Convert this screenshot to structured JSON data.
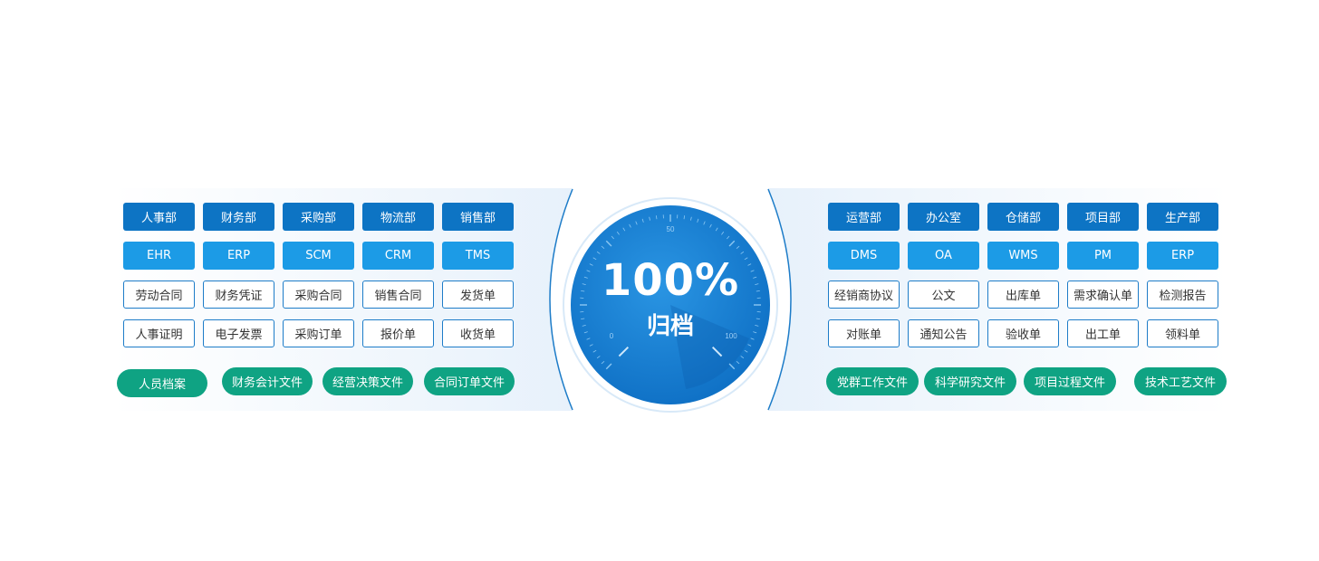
{
  "center": {
    "percent": "100%",
    "label": "归档"
  },
  "left": {
    "departments": [
      "人事部",
      "财务部",
      "采购部",
      "物流部",
      "销售部"
    ],
    "systems": [
      "EHR",
      "ERP",
      "SCM",
      "CRM",
      "TMS"
    ],
    "documents_row1": [
      "劳动合同",
      "财务凭证",
      "采购合同",
      "销售合同",
      "发货单"
    ],
    "documents_row2": [
      "人事证明",
      "电子发票",
      "采购订单",
      "报价单",
      "收货单"
    ],
    "archives": [
      "人员档案",
      "财务会计文件",
      "经营决策文件",
      "合同订单文件"
    ]
  },
  "right": {
    "departments": [
      "运营部",
      "办公室",
      "仓储部",
      "项目部",
      "生产部"
    ],
    "systems": [
      "DMS",
      "OA",
      "WMS",
      "PM",
      "ERP"
    ],
    "documents_row1": [
      "经销商协议",
      "公文",
      "出库单",
      "需求确认单",
      "检测报告"
    ],
    "documents_row2": [
      "对账单",
      "通知公告",
      "验收单",
      "出工单",
      "领料单"
    ],
    "archives": [
      "党群工作文件",
      "科学研究文件",
      "项目过程文件",
      "技术工艺文件"
    ]
  },
  "colors": {
    "department": "#0d74c4",
    "system": "#1c9be6",
    "document_border": "#1d7cc8",
    "archive": "#0fa383",
    "gauge": "#1483d4"
  }
}
